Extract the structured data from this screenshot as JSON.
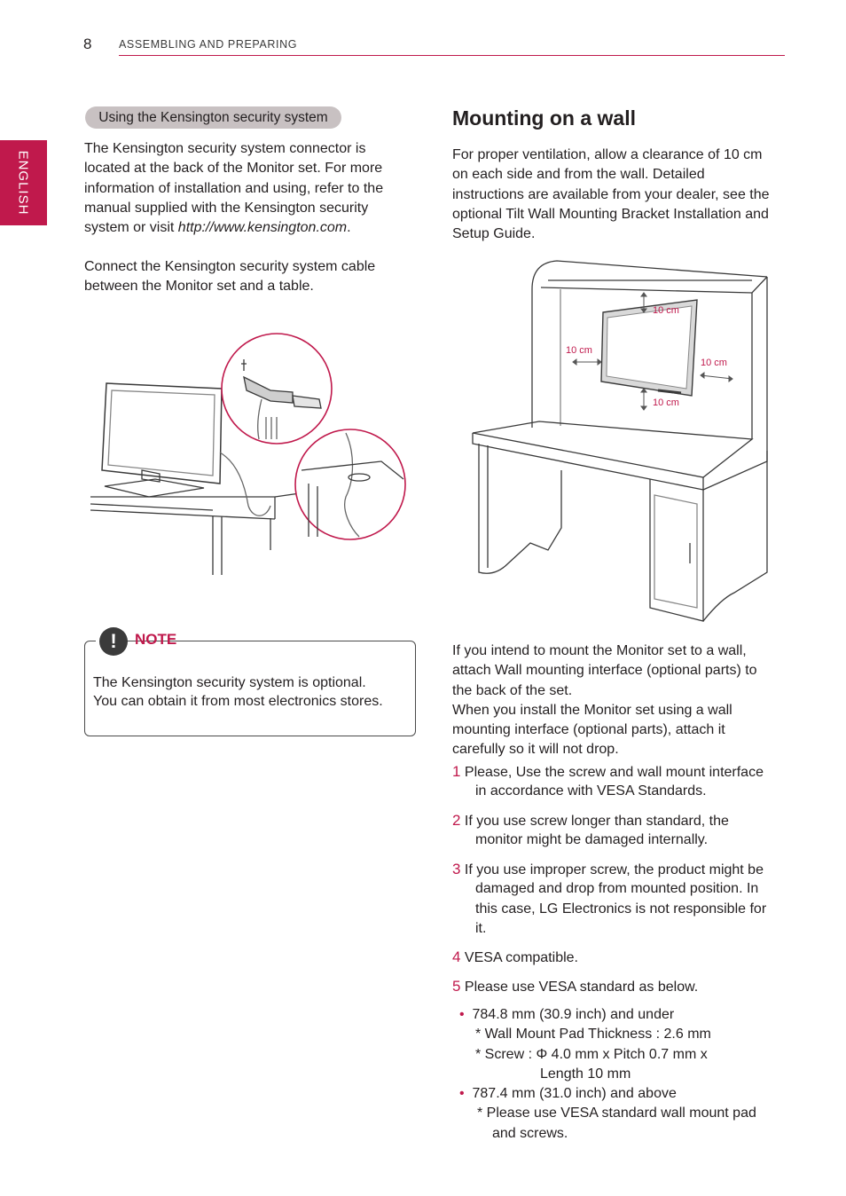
{
  "header": {
    "page_number": "8",
    "section": "ASSEMBLING AND PREPARING"
  },
  "side_tab": "ENGLISH",
  "left": {
    "pill": "Using the Kensington security system",
    "para1_lines": [
      "The Kensington security system connector is",
      "located at the back of the Monitor set. For more",
      "information of installation and using, refer to the",
      "manual supplied with the Kensington security"
    ],
    "para1_last_prefix": "system or visit ",
    "para1_url": "http://www.kensington.com",
    "para1_last_suffix": ".",
    "para2_lines": [
      "Connect the Kensington security system cable",
      "between the Monitor set and a table."
    ],
    "note": {
      "icon": "!",
      "label": "NOTE",
      "lines": [
        "The Kensington security system is optional.",
        "You can obtain it from most electronics stores."
      ]
    }
  },
  "right": {
    "title": "Mounting on a wall",
    "intro_lines": [
      "For proper ventilation, allow a clearance of 10 cm",
      "on each side and from the wall. Detailed",
      "instructions are available from your dealer, see the",
      "optional Tilt Wall Mounting Bracket Installation and",
      "Setup Guide."
    ],
    "diagram_labels": {
      "top": "10 cm",
      "left": "10 cm",
      "right": "10 cm",
      "bottom": "10 cm"
    },
    "body_lines": [
      "If you intend to mount the Monitor set to a wall,",
      "attach Wall mounting interface (optional parts) to",
      "the back of the set.",
      "When you install the Monitor set using a wall",
      "mounting interface (optional parts), attach it",
      "carefully so it will not drop."
    ],
    "items": [
      {
        "num": "1",
        "first": "Please, Use the screw and wall mount interface",
        "rest": [
          "in accordance with VESA Standards."
        ]
      },
      {
        "num": "2",
        "first": "If you use screw longer than standard, the",
        "rest": [
          "monitor might be damaged internally."
        ]
      },
      {
        "num": "3",
        "first": "If you use improper screw, the product might be",
        "rest": [
          "damaged and drop from mounted position.  In",
          "this case, LG Electronics is not responsible for",
          "it."
        ]
      },
      {
        "num": "4",
        "first": "VESA compatible.",
        "rest": []
      },
      {
        "num": "5",
        "first": "Please use VESA standard as below.",
        "rest": []
      }
    ],
    "bullets": [
      {
        "dot": "•",
        "text": "784.8 mm (30.9 inch) and under",
        "sub": [
          "* Wall Mount Pad Thickness : 2.6 mm",
          "* Screw : Φ 4.0 mm x Pitch 0.7 mm x",
          "Length 10 mm"
        ]
      },
      {
        "dot": "•",
        "text": "787.4 mm (31.0 inch) and above",
        "sub": [
          "* Please use VESA standard wall mount pad",
          "and screws."
        ]
      }
    ]
  },
  "colors": {
    "accent": "#c0194c",
    "pill": "#c8c1c2",
    "text": "#231f20"
  }
}
